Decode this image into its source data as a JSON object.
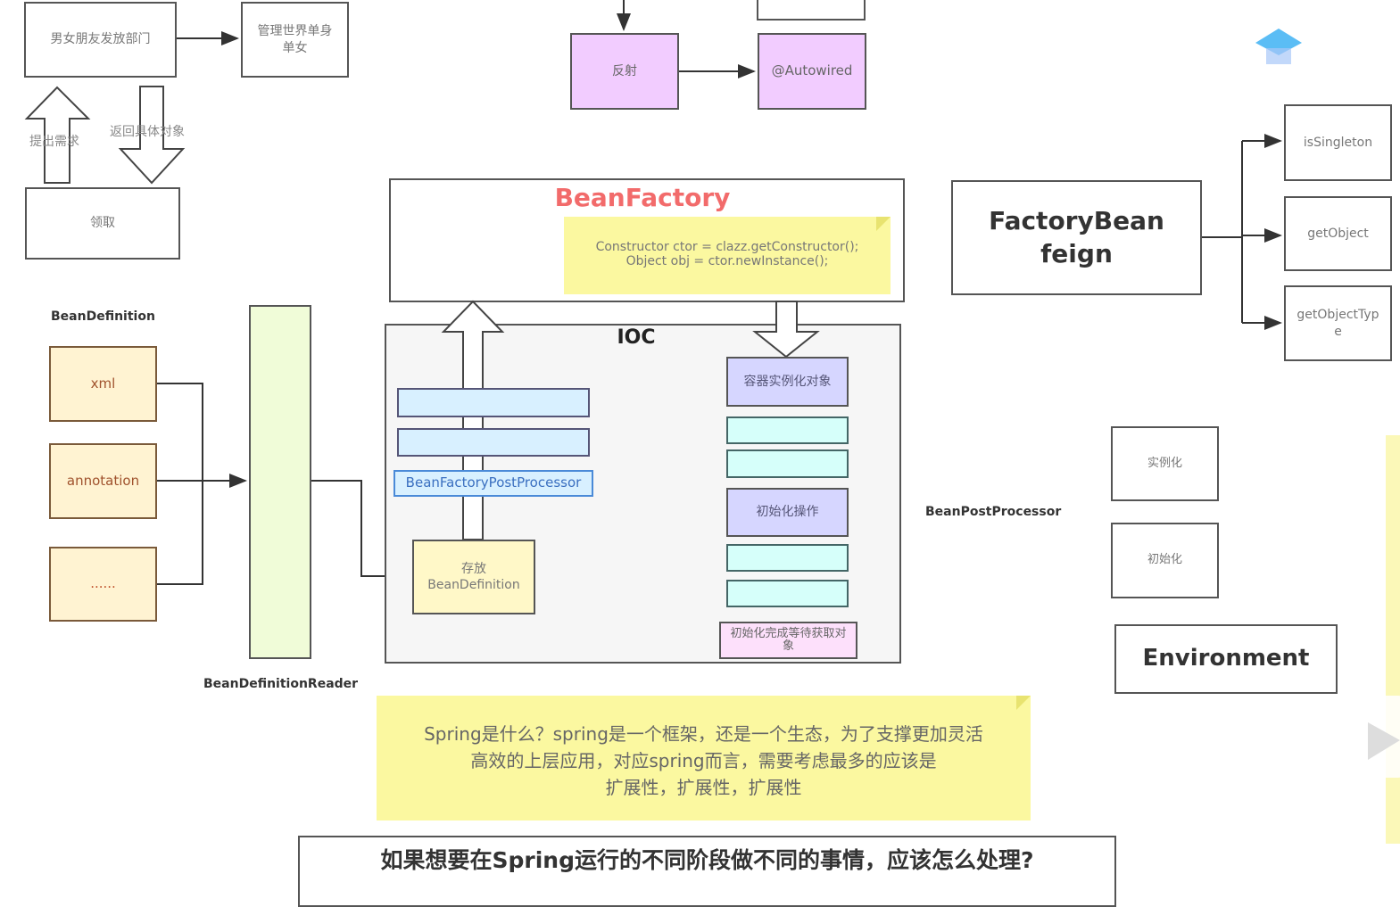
{
  "analogy": {
    "dept_box": "男女朋友发放部门",
    "manage_box": "管理世界单身单女",
    "request_label": "提出需求",
    "return_label": "返回具体对象",
    "receive_box": "领取"
  },
  "top": {
    "reflect_box": "反射",
    "autowired_box": "@Autowired"
  },
  "bean_factory": {
    "title": "BeanFactory",
    "code_line1": "Constructor ctor = clazz.getConstructor();",
    "code_line2": "Object obj = ctor.newInstance();"
  },
  "ioc": {
    "title": "IOC",
    "bfpp": "BeanFactoryPostProcessor",
    "store": "存放 BeanDefinition",
    "instantiate": "容器实例化对象",
    "init_op": "初始化操作",
    "init_done": "初始化完成等待获取对象"
  },
  "bean_post_processor": "BeanPostProcessor",
  "bean_definition": {
    "label": "BeanDefinition",
    "items": [
      "xml",
      "annotation",
      "......"
    ]
  },
  "bean_definition_reader": "BeanDefinitionReader",
  "factory_bean": {
    "title": "FactoryBean",
    "subtitle": "feign",
    "methods": [
      "isSingleton",
      "getObject",
      "getObjectType"
    ]
  },
  "lifecycle": [
    "实例化",
    "初始化"
  ],
  "environment": "Environment",
  "spring_note": [
    "Spring是什么？spring是一个框架，还是一个生态，为了支撑更加灵活",
    "高效的上层应用，对应spring而言，需要考虑最多的应该是",
    "扩展性，扩展性，扩展性"
  ],
  "question": "如果想要在Spring运行的不同阶段做不同的事情，应该怎么处理?",
  "colors": {
    "title_red": "#f26b6b",
    "purple": "#f2ccff",
    "blue": "#d6d6ff",
    "cyan": "#d6fffa",
    "note": "#fbf8a0"
  }
}
